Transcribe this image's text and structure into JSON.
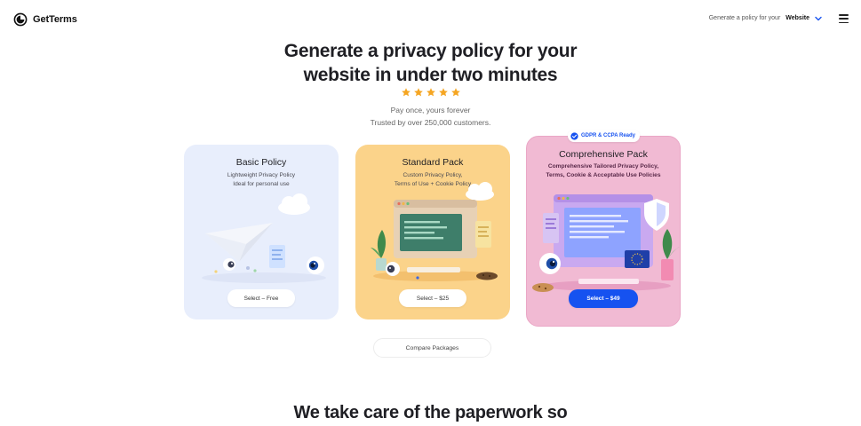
{
  "header": {
    "brand": "GetTerms",
    "policy_prefix": "Generate a policy for your",
    "policy_value": "Website"
  },
  "hero": {
    "title_line1": "Generate a privacy policy for your",
    "title_line2": "website in under two minutes",
    "rating_stars": 5,
    "subtitle1": "Pay once, yours forever",
    "subtitle2": "Trusted by over 250,000 customers."
  },
  "cards": [
    {
      "title": "Basic Policy",
      "desc_line1": "Lightweight Privacy Policy",
      "desc_line2": "Ideal for personal use",
      "button": "Select – Free"
    },
    {
      "title": "Standard Pack",
      "desc_line1": "Custom Privacy Policy,",
      "desc_line2": "Terms of Use + Cookie Policy",
      "button": "Select – $25"
    },
    {
      "title": "Comprehensive Pack",
      "desc_line1": "Comprehensive Tailored Privacy Policy,",
      "desc_line2": "Terms, Cookie & Acceptable Use Policies",
      "button": "Select – $49",
      "badge": "GDPR & CCPA Ready"
    }
  ],
  "compare_button": "Compare Packages",
  "section2_title": "We take care of the paperwork so",
  "colors": {
    "accent": "#1652f0",
    "star": "#f5a623",
    "basic_bg": "#e8eefc",
    "standard_bg": "#fbd38a",
    "comprehensive_bg": "#f1bad3"
  }
}
